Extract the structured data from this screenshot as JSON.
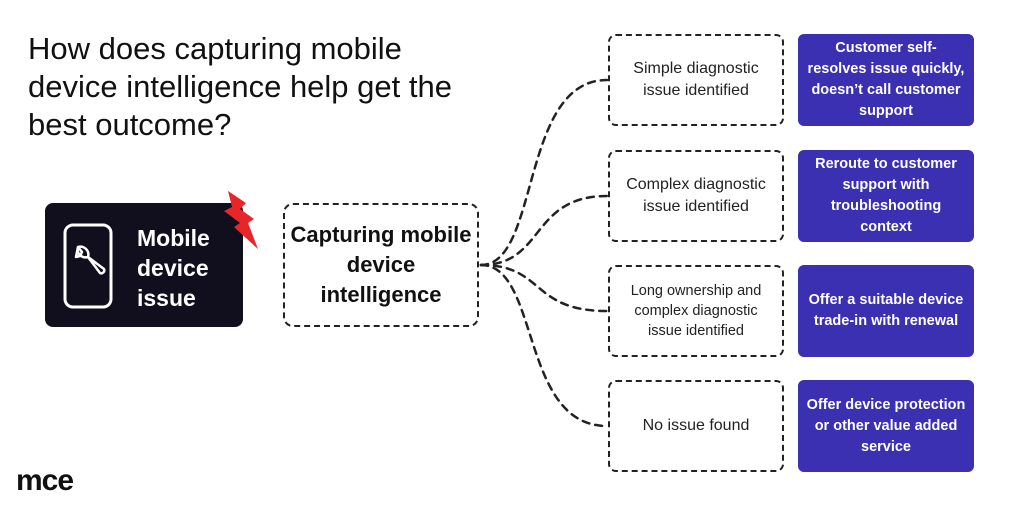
{
  "title": "How does capturing mobile device intelligence help get the best outcome?",
  "issue": {
    "label": "Mobile device issue",
    "icon": "phone-wrench-icon",
    "alert_icon": "lightning-bolt-icon"
  },
  "center": {
    "label": "Capturing mobile device intelligence"
  },
  "branches": [
    {
      "outcome": "Simple diagnostic issue identified",
      "action": "Customer self-resolves issue quickly, doesn’t call customer support"
    },
    {
      "outcome": "Complex diagnostic issue identified",
      "action": "Reroute to customer support with troubleshooting context"
    },
    {
      "outcome": "Long ownership and complex diagnostic issue identified",
      "action": "Offer a suitable device trade-in with renewal"
    },
    {
      "outcome": "No issue found",
      "action": "Offer device protection or other value added service"
    }
  ],
  "logo": {
    "text": "mce"
  },
  "colors": {
    "dark_box": "#110f1e",
    "action_box": "#3b2fb2",
    "alert": "#e8262a",
    "dashed_border": "#222222"
  }
}
